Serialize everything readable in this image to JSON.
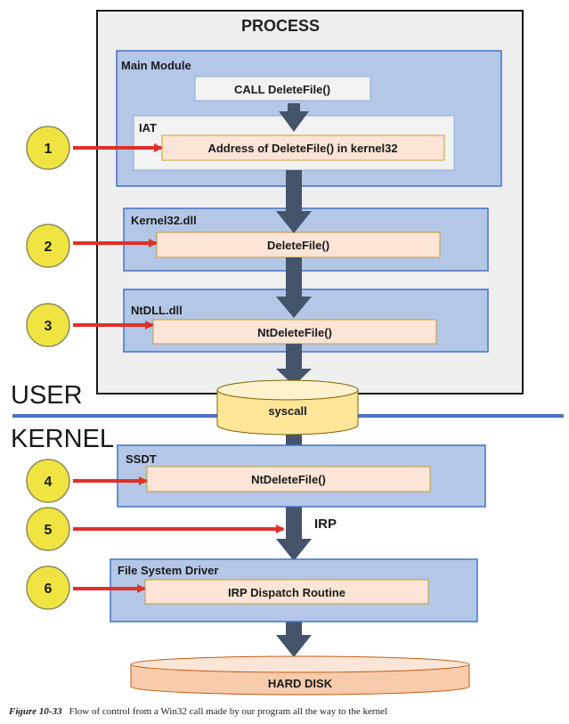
{
  "process": {
    "title": "PROCESS"
  },
  "main_module": {
    "title": "Main Module",
    "call": "CALL DeleteFile()",
    "iat_title": "IAT",
    "iat_entry": "Address of DeleteFile() in kernel32"
  },
  "kernel32": {
    "title": "Kernel32.dll",
    "entry": "DeleteFile()"
  },
  "ntdll": {
    "title": "NtDLL.dll",
    "entry": "NtDeleteFile()"
  },
  "boundary": {
    "user": "USER",
    "kernel": "KERNEL"
  },
  "syscall": {
    "label": "syscall"
  },
  "ssdt": {
    "title": "SSDT",
    "entry": "NtDeleteFile()"
  },
  "irp": {
    "label": "IRP"
  },
  "fs_driver": {
    "title": "File System Driver",
    "entry": "IRP Dispatch Routine"
  },
  "disk": {
    "label": "HARD DISK"
  },
  "steps": [
    "1",
    "2",
    "3",
    "4",
    "5",
    "6"
  ],
  "caption": {
    "figure": "Figure 10-33",
    "text": "Flow of control from a Win32 call made by our program all the way to the kernel"
  },
  "colors": {
    "process_bg": "#efefef",
    "module_bg": "#b4c7e7",
    "module_border": "#4472c4",
    "entry_bg": "#fce4d6",
    "arrow_dark": "#44546a",
    "red_arrow": "#e0302a",
    "step_circle": "#f0e442",
    "syscall_fill": "#ffe699",
    "disk_fill": "#f8cbad",
    "divider": "#4a72c0"
  }
}
